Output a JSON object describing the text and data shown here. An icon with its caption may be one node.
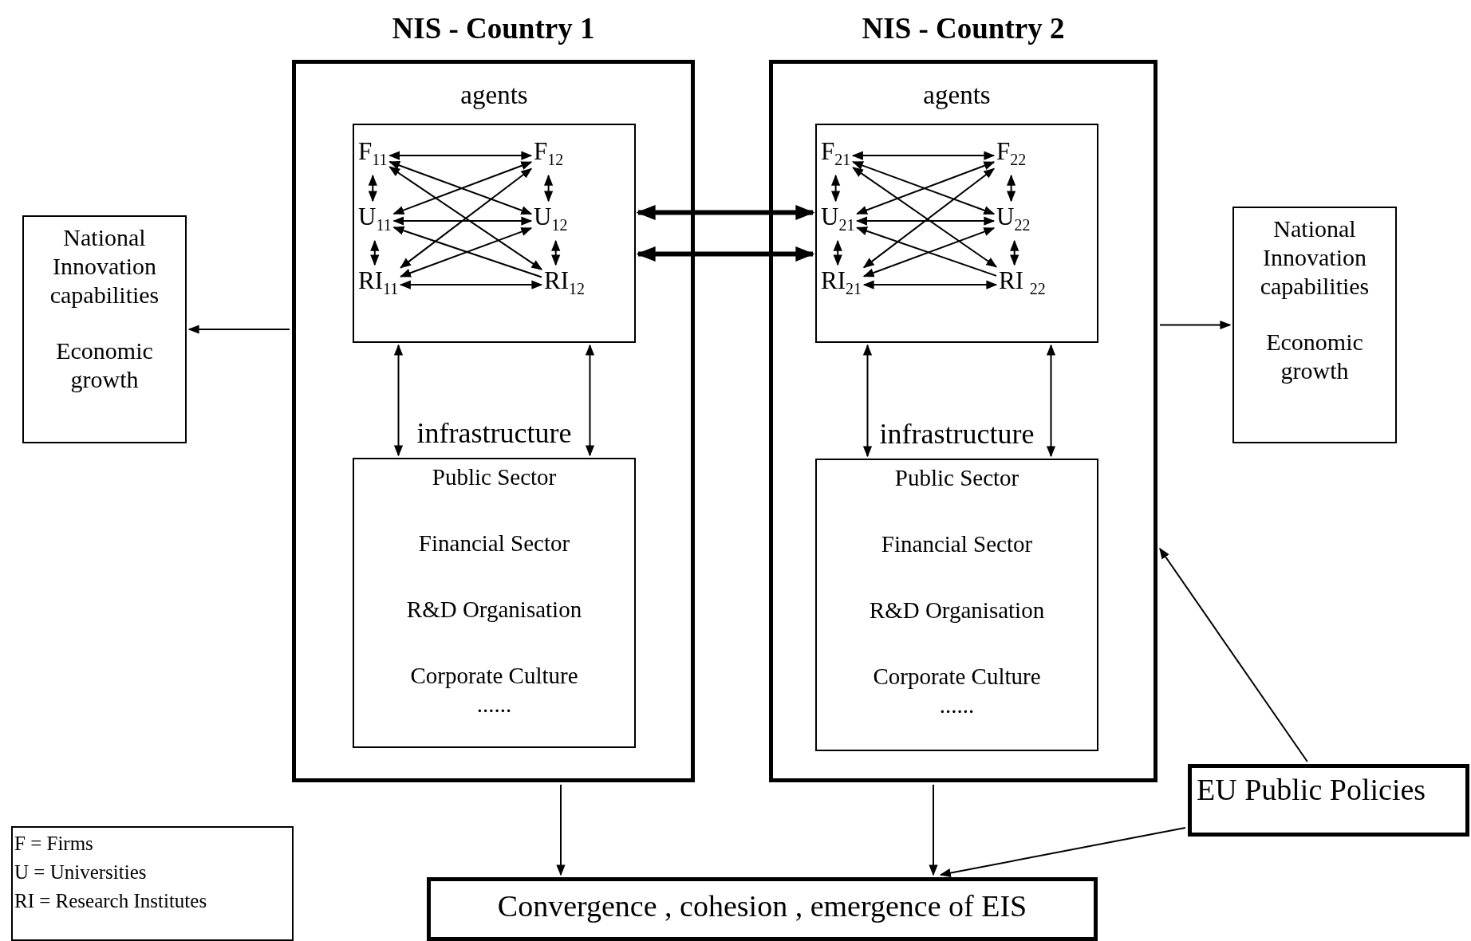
{
  "diagram": {
    "nodes": [
      {
        "text": [
          "NIS - Country 1"
        ]
      },
      {
        "text": [
          "agents"
        ],
        "in": 0
      },
      {
        "text": [
          "F$_{11}$"
        ],
        "in": 1
      },
      {
        "text": [
          "F$_{12}$"
        ],
        "in": 1
      },
      {
        "text": [
          "U$_{11}$"
        ],
        "in": 1
      },
      {
        "text": [
          "U$_{12}$"
        ],
        "in": 1
      },
      {
        "text": [
          "RI$_{11}$"
        ],
        "in": 1
      },
      {
        "text": [
          "RI$_{12}$"
        ],
        "in": 1
      },
      {
        "text": [
          "infrastructure",
          "Public Sector",
          "Financial Sector",
          "R&D Organisation",
          "Corporate Culture",
          "......"
        ],
        "in": 0
      },
      {
        "text": [
          "NIS - Country 2"
        ]
      },
      {
        "text": [
          "agents"
        ],
        "in": 9
      },
      {
        "text": [
          "F$_{21}$"
        ],
        "in": 10
      },
      {
        "text": [
          "F$_{22}$"
        ],
        "in": 10
      },
      {
        "text": [
          "U$_{21}$"
        ],
        "in": 10
      },
      {
        "text": [
          "U$_{22}$"
        ],
        "in": 10
      },
      {
        "text": [
          "RI$_{21}$"
        ],
        "in": 10
      },
      {
        "text": [
          "RI $_{22}$"
        ],
        "in": 10
      },
      {
        "text": [
          "infrastructure",
          "Public Sector",
          "Financial Sector",
          "R&D Organisation",
          "Corporate Culture",
          "......"
        ],
        "in": 9
      },
      {
        "text": [
          "National Innovation capabilities",
          "Economic growth"
        ]
      },
      {
        "text": [
          "National Innovation capabilities",
          "Economic growth"
        ]
      },
      {
        "text": [
          "EU Public Policies"
        ]
      },
      {
        "text": [
          "Convergence , cohesion , emergence of EIS"
        ]
      },
      {
        "text": [
          "F = Firms",
          "U = Universities",
          "RI = Research Institutes"
        ]
      }
    ],
    "edges": [
      {
        "from": 2,
        "to": 3,
        "arrow": "both"
      },
      {
        "from": 2,
        "to": 4,
        "arrow": "both"
      },
      {
        "from": 3,
        "to": 5,
        "arrow": "both"
      },
      {
        "from": 4,
        "to": 5,
        "arrow": "both"
      },
      {
        "from": 4,
        "to": 6,
        "arrow": "both"
      },
      {
        "from": 5,
        "to": 7,
        "arrow": "both"
      },
      {
        "from": 6,
        "to": 7,
        "arrow": "both"
      },
      {
        "from": 2,
        "to": 5,
        "arrow": "both"
      },
      {
        "from": 4,
        "to": 3,
        "arrow": "both"
      },
      {
        "from": 2,
        "to": 7,
        "arrow": "both"
      },
      {
        "from": 6,
        "to": 3,
        "arrow": "both"
      },
      {
        "from": 7,
        "to": 4,
        "arrow": "to"
      },
      {
        "from": 6,
        "to": 5,
        "arrow": "both"
      },
      {
        "from": 11,
        "to": 12,
        "arrow": "both"
      },
      {
        "from": 11,
        "to": 13,
        "arrow": "both"
      },
      {
        "from": 12,
        "to": 14,
        "arrow": "both"
      },
      {
        "from": 13,
        "to": 14,
        "arrow": "both"
      },
      {
        "from": 13,
        "to": 15,
        "arrow": "both"
      },
      {
        "from": 14,
        "to": 16,
        "arrow": "both"
      },
      {
        "from": 15,
        "to": 16,
        "arrow": "both"
      },
      {
        "from": 11,
        "to": 14,
        "arrow": "both"
      },
      {
        "from": 13,
        "to": 12,
        "arrow": "both"
      },
      {
        "from": 11,
        "to": 16,
        "arrow": "both"
      },
      {
        "from": 15,
        "to": 12,
        "arrow": "both"
      },
      {
        "from": 16,
        "to": 13,
        "arrow": "to"
      },
      {
        "from": 15,
        "to": 14,
        "arrow": "both"
      },
      {
        "from": 1,
        "to": 10,
        "arrow": "both",
        "style": "thick"
      },
      {
        "from": 1,
        "to": 10,
        "arrow": "both",
        "style": "thick"
      },
      {
        "from": 1,
        "to": 8,
        "arrow": "both"
      },
      {
        "from": 1,
        "to": 8,
        "arrow": "both"
      },
      {
        "from": 10,
        "to": 17,
        "arrow": "both"
      },
      {
        "from": 10,
        "to": 17,
        "arrow": "both"
      },
      {
        "from": 0,
        "to": 18,
        "arrow": "to"
      },
      {
        "from": 9,
        "to": 19,
        "arrow": "to"
      },
      {
        "from": 0,
        "to": 21,
        "arrow": "to"
      },
      {
        "from": 9,
        "to": 21,
        "arrow": "to"
      },
      {
        "from": 20,
        "to": 21,
        "arrow": "to"
      },
      {
        "from": 20,
        "to": 9,
        "arrow": "to"
      }
    ]
  }
}
